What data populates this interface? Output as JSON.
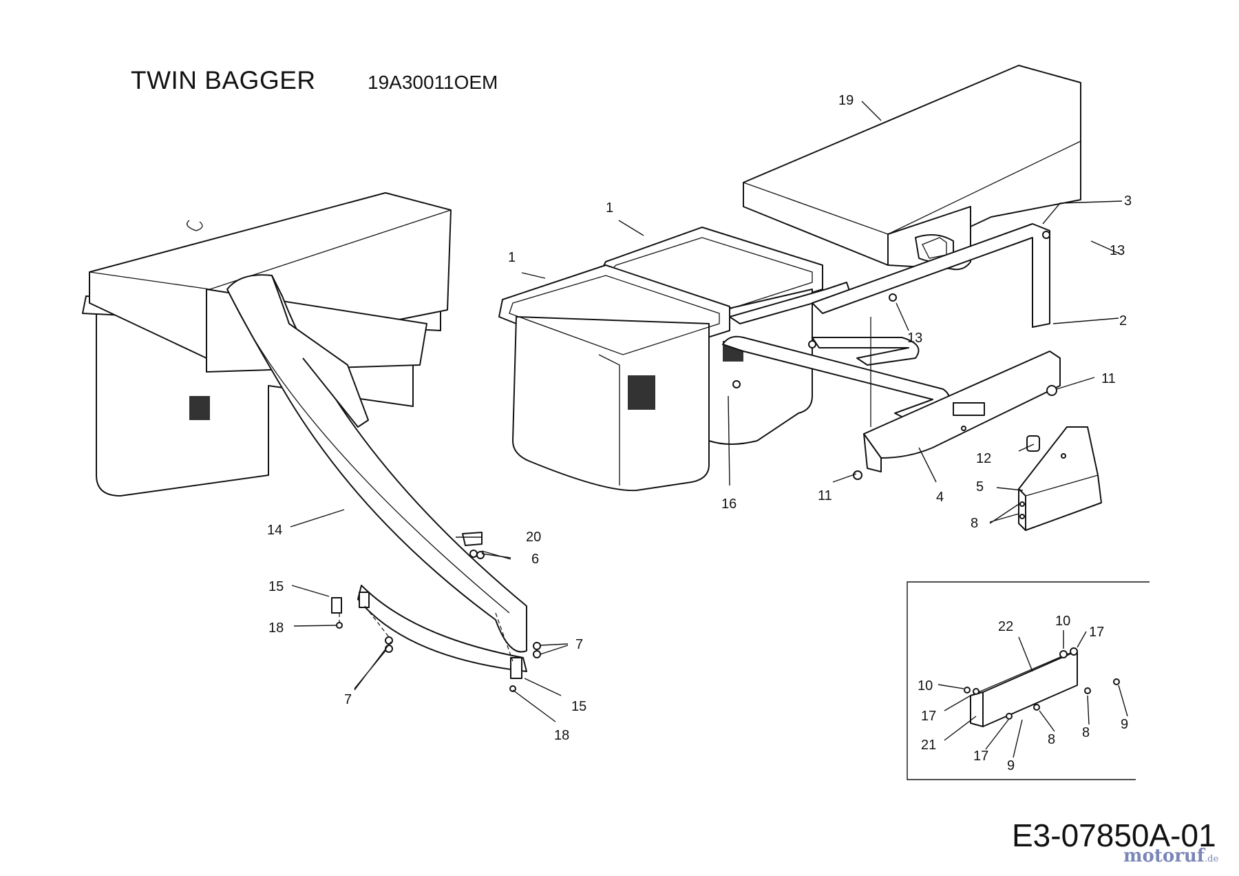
{
  "header": {
    "title": "TWIN BAGGER",
    "model_number": "19A30011OEM"
  },
  "footer": {
    "document_id": "E3-07850A-01",
    "watermark": "motoruf",
    "watermark_tld": ".de"
  },
  "callouts": {
    "c1a": "1",
    "c1b": "1",
    "c2": "2",
    "c3": "3",
    "c4": "4",
    "c5": "5",
    "c6": "6",
    "c7a": "7",
    "c7b": "7",
    "c8a": "8",
    "c8b": "8",
    "c8c": "8",
    "c9a": "9",
    "c9b": "9",
    "c10a": "10",
    "c10b": "10",
    "c11a": "11",
    "c11b": "11",
    "c12": "12",
    "c13a": "13",
    "c13b": "13",
    "c14": "14",
    "c15a": "15",
    "c15b": "15",
    "c16": "16",
    "c17a": "17",
    "c17b": "17",
    "c17c": "17",
    "c18a": "18",
    "c18b": "18",
    "c19": "19",
    "c20": "20",
    "c21": "21",
    "c22": "22"
  }
}
